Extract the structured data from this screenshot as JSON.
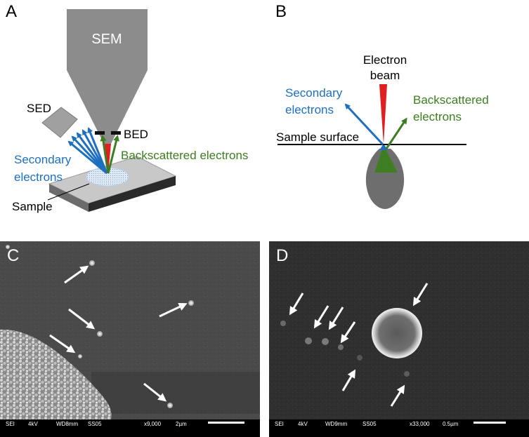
{
  "panels": {
    "a": {
      "letter": "A",
      "sem": "SEM",
      "sed": "SED",
      "bed": "BED",
      "secondary_line1": "Secondary",
      "secondary_line2": "electrons",
      "backscattered": "Backscattered electrons",
      "sample": "Sample"
    },
    "b": {
      "letter": "B",
      "beam_line1": "Electron",
      "beam_line2": "beam",
      "secondary_line1": "Secondary",
      "secondary_line2": "electrons",
      "backscattered_line1": "Backscattered",
      "backscattered_line2": "electrons",
      "surface": "Sample surface"
    },
    "c": {
      "letter": "C",
      "info": {
        "mode": "SEI",
        "kv": "4kV",
        "wd": "WD8mm",
        "ss": "SS05",
        "mag": "x9,000",
        "scale": "2µm"
      }
    },
    "d": {
      "letter": "D",
      "info": {
        "mode": "SEI",
        "kv": "4kV",
        "wd": "WD9mm",
        "ss": "SS05",
        "mag": "x33,000",
        "scale": "0.5µm"
      }
    }
  },
  "colors": {
    "secondary": "#1f6fbf",
    "backscattered": "#3e7d22",
    "beam": "#e02020",
    "instrument": "#8c8c8c",
    "electron_image_bg": "#4a4a4a"
  },
  "icons": [
    "arrow-icon"
  ]
}
